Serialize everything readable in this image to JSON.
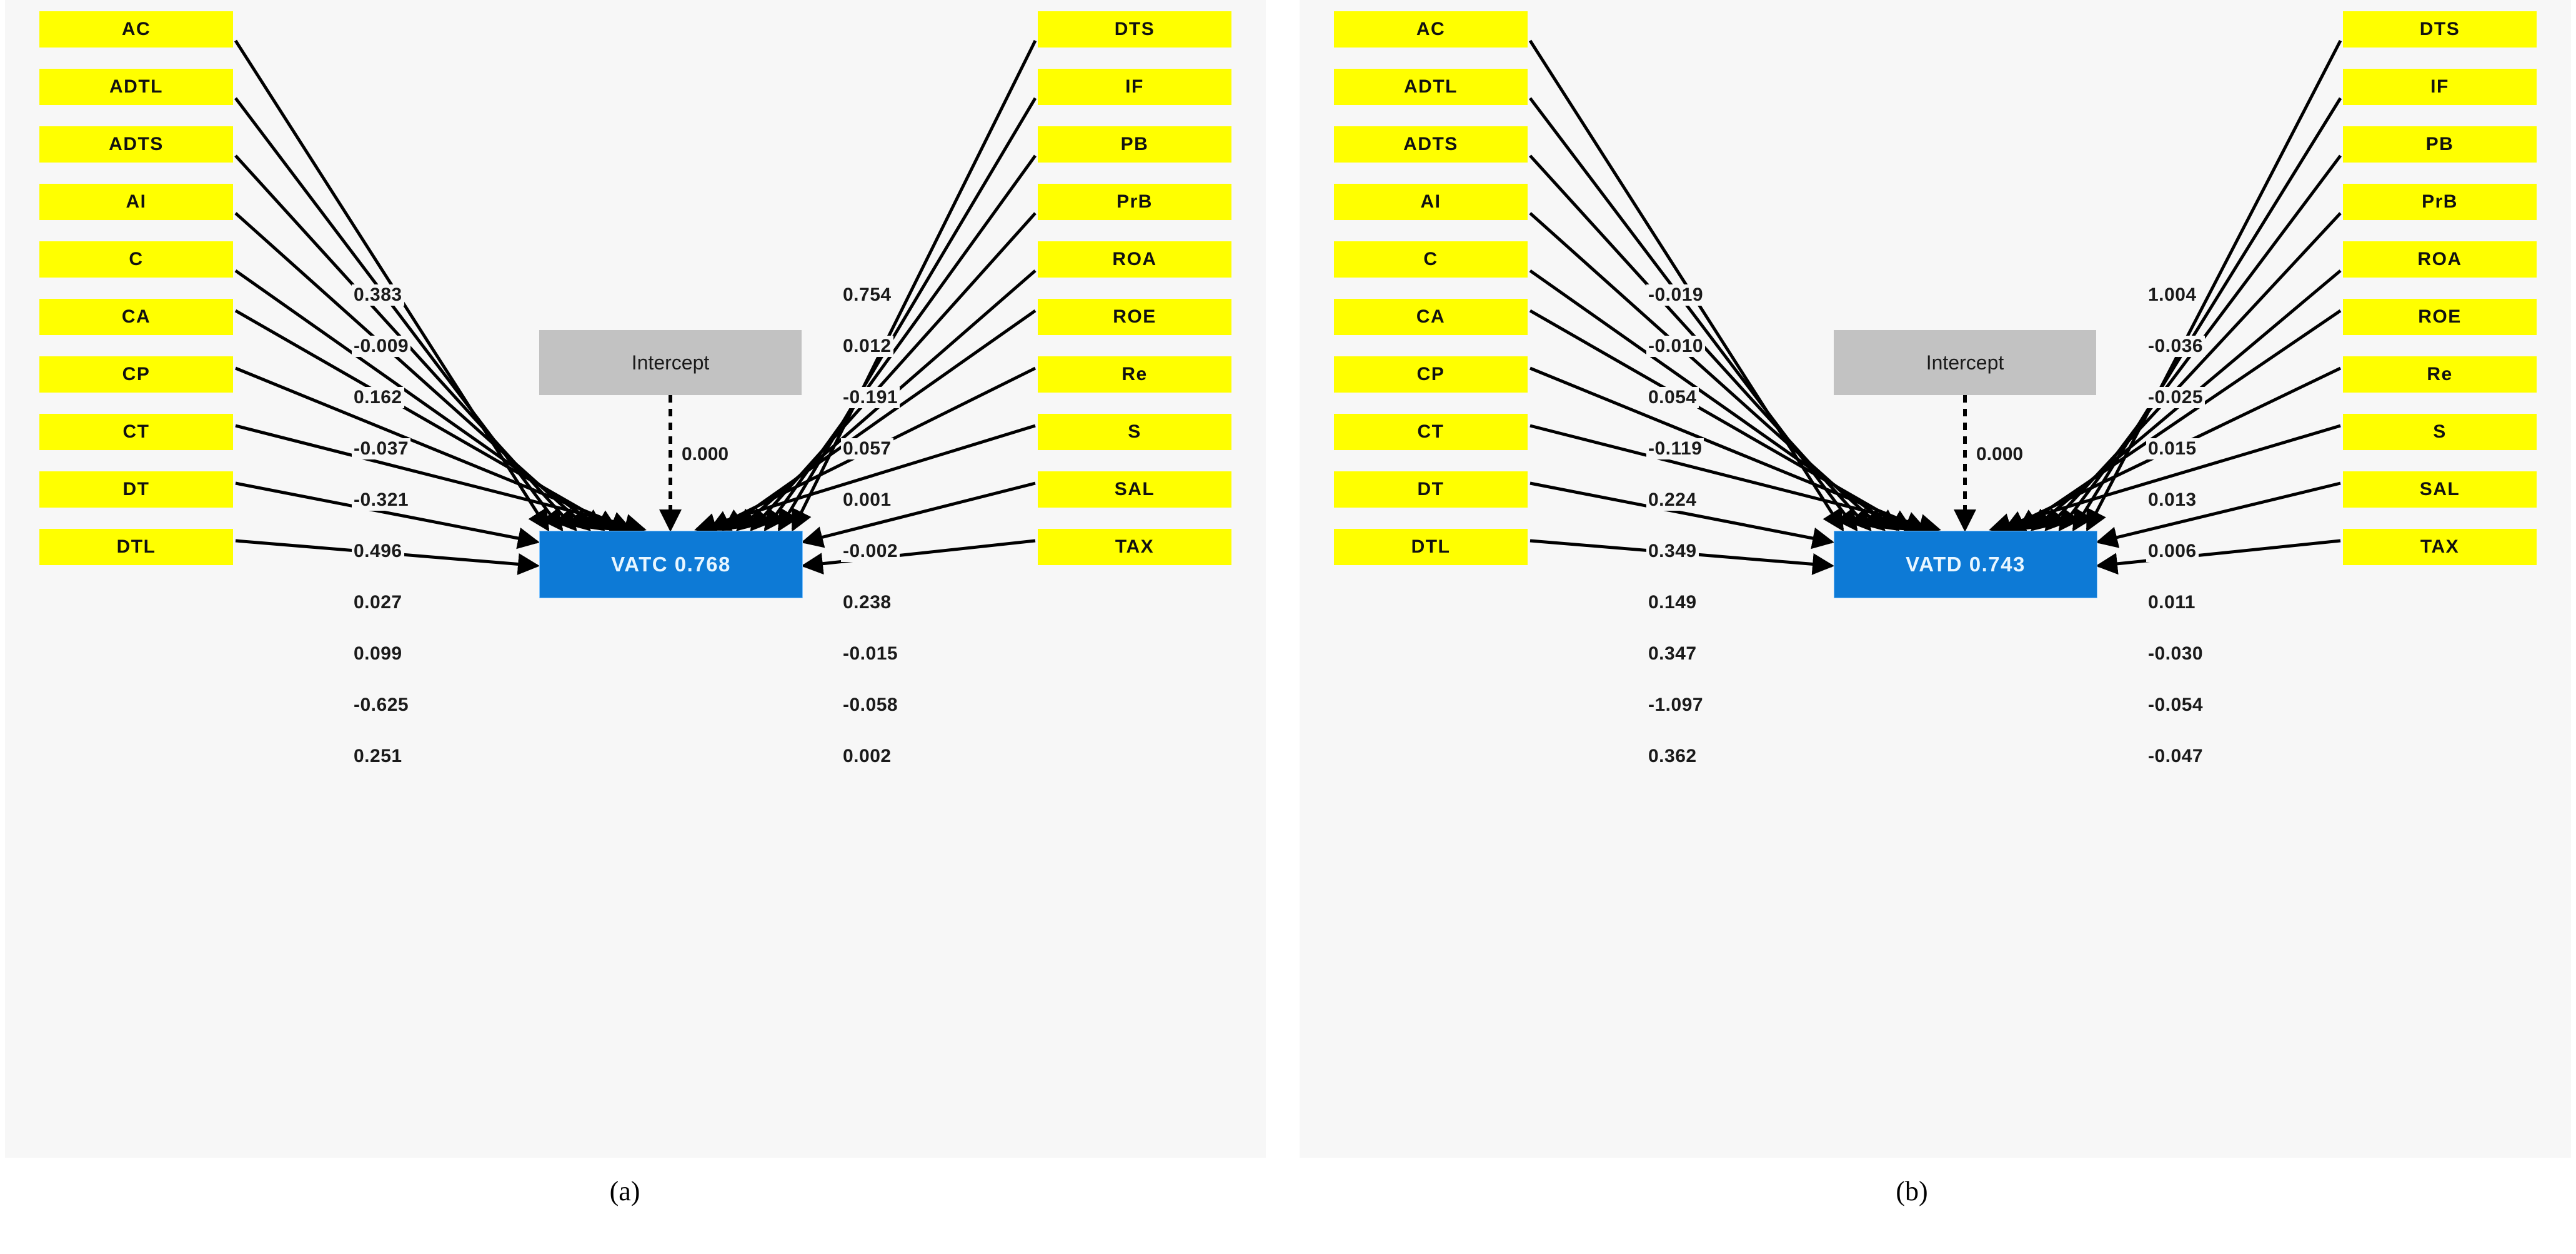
{
  "figure": {
    "background": "#f7f7f7",
    "node_color": "#ffff00",
    "center_color": "#0d7ad6",
    "intercept_color": "#c2c2c2"
  },
  "panels": [
    {
      "id": "a",
      "caption": "(a)",
      "intercept_label": "Intercept",
      "intercept_coef": "0.000",
      "center_label": "VATC 0.768",
      "center_name": "VATC",
      "center_r2": "0.768",
      "left_nodes": [
        "AC",
        "ADTL",
        "ADTS",
        "AI",
        "C",
        "CA",
        "CP",
        "CT",
        "DT",
        "DTL"
      ],
      "left_coefs": [
        "0.383",
        "-0.009",
        "0.162",
        "-0.037",
        "-0.321",
        "0.496",
        "0.027",
        "0.099",
        "-0.625",
        "0.251"
      ],
      "right_nodes": [
        "DTS",
        "IF",
        "PB",
        "PrB",
        "ROA",
        "ROE",
        "Re",
        "S",
        "SAL",
        "TAX"
      ],
      "right_coefs": [
        "0.754",
        "0.012",
        "-0.191",
        "0.057",
        "0.001",
        "-0.002",
        "0.238",
        "-0.015",
        "-0.058",
        "0.002"
      ]
    },
    {
      "id": "b",
      "caption": "(b)",
      "intercept_label": "Intercept",
      "intercept_coef": "0.000",
      "center_label": "VATD 0.743",
      "center_name": "VATD",
      "center_r2": "0.743",
      "left_nodes": [
        "AC",
        "ADTL",
        "ADTS",
        "AI",
        "C",
        "CA",
        "CP",
        "CT",
        "DT",
        "DTL"
      ],
      "left_coefs": [
        "-0.019",
        "-0.010",
        "0.054",
        "-0.119",
        "0.224",
        "0.349",
        "0.149",
        "0.347",
        "-1.097",
        "0.362"
      ],
      "right_nodes": [
        "DTS",
        "IF",
        "PB",
        "PrB",
        "ROA",
        "ROE",
        "Re",
        "S",
        "SAL",
        "TAX"
      ],
      "right_coefs": [
        "1.004",
        "-0.036",
        "-0.025",
        "0.015",
        "0.013",
        "0.006",
        "0.011",
        "-0.030",
        "-0.054",
        "-0.047"
      ]
    }
  ],
  "chart_data": {
    "type": "diagram",
    "title": "Path diagrams of VATC and VATD regression models",
    "subcharts": [
      {
        "label": "(a)",
        "target": "VATC",
        "r_squared": 0.768,
        "intercept": 0.0,
        "predictors": [
          {
            "name": "AC",
            "coef": 0.383,
            "side": "left"
          },
          {
            "name": "ADTL",
            "coef": -0.009,
            "side": "left"
          },
          {
            "name": "ADTS",
            "coef": 0.162,
            "side": "left"
          },
          {
            "name": "AI",
            "coef": -0.037,
            "side": "left"
          },
          {
            "name": "C",
            "coef": -0.321,
            "side": "left"
          },
          {
            "name": "CA",
            "coef": 0.496,
            "side": "left"
          },
          {
            "name": "CP",
            "coef": 0.027,
            "side": "left"
          },
          {
            "name": "CT",
            "coef": 0.099,
            "side": "left"
          },
          {
            "name": "DT",
            "coef": -0.625,
            "side": "left"
          },
          {
            "name": "DTL",
            "coef": 0.251,
            "side": "left"
          },
          {
            "name": "DTS",
            "coef": 0.754,
            "side": "right"
          },
          {
            "name": "IF",
            "coef": 0.012,
            "side": "right"
          },
          {
            "name": "PB",
            "coef": -0.191,
            "side": "right"
          },
          {
            "name": "PrB",
            "coef": 0.057,
            "side": "right"
          },
          {
            "name": "ROA",
            "coef": 0.001,
            "side": "right"
          },
          {
            "name": "ROE",
            "coef": -0.002,
            "side": "right"
          },
          {
            "name": "Re",
            "coef": 0.238,
            "side": "right"
          },
          {
            "name": "S",
            "coef": -0.015,
            "side": "right"
          },
          {
            "name": "SAL",
            "coef": -0.058,
            "side": "right"
          },
          {
            "name": "TAX",
            "coef": 0.002,
            "side": "right"
          }
        ]
      },
      {
        "label": "(b)",
        "target": "VATD",
        "r_squared": 0.743,
        "intercept": 0.0,
        "predictors": [
          {
            "name": "AC",
            "coef": -0.019,
            "side": "left"
          },
          {
            "name": "ADTL",
            "coef": -0.01,
            "side": "left"
          },
          {
            "name": "ADTS",
            "coef": 0.054,
            "side": "left"
          },
          {
            "name": "AI",
            "coef": -0.119,
            "side": "left"
          },
          {
            "name": "C",
            "coef": 0.224,
            "side": "left"
          },
          {
            "name": "CA",
            "coef": 0.349,
            "side": "left"
          },
          {
            "name": "CP",
            "coef": 0.149,
            "side": "left"
          },
          {
            "name": "CT",
            "coef": 0.347,
            "side": "left"
          },
          {
            "name": "DT",
            "coef": -1.097,
            "side": "left"
          },
          {
            "name": "DTL",
            "coef": 0.362,
            "side": "left"
          },
          {
            "name": "DTS",
            "coef": 1.004,
            "side": "right"
          },
          {
            "name": "IF",
            "coef": -0.036,
            "side": "right"
          },
          {
            "name": "PB",
            "coef": -0.025,
            "side": "right"
          },
          {
            "name": "PrB",
            "coef": 0.015,
            "side": "right"
          },
          {
            "name": "ROA",
            "coef": 0.013,
            "side": "right"
          },
          {
            "name": "ROE",
            "coef": 0.006,
            "side": "right"
          },
          {
            "name": "Re",
            "coef": 0.011,
            "side": "right"
          },
          {
            "name": "S",
            "coef": -0.03,
            "side": "right"
          },
          {
            "name": "SAL",
            "coef": -0.054,
            "side": "right"
          },
          {
            "name": "TAX",
            "coef": -0.047,
            "side": "right"
          }
        ]
      }
    ]
  }
}
